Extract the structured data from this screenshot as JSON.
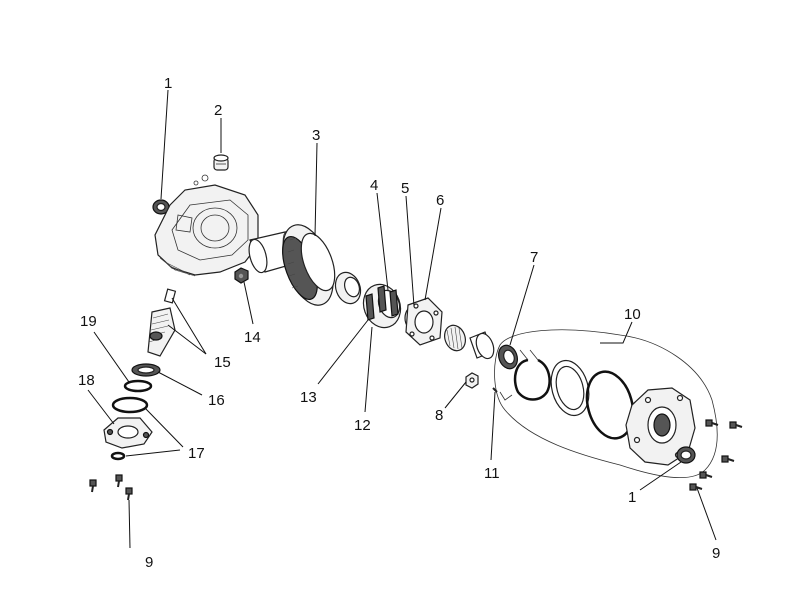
{
  "callouts": {
    "c1a": "1",
    "c2": "2",
    "c3": "3",
    "c4": "4",
    "c5": "5",
    "c6": "6",
    "c7": "7",
    "c8": "8",
    "c9a": "9",
    "c9b": "9",
    "c10": "10",
    "c11": "11",
    "c12": "12",
    "c13": "13",
    "c14": "14",
    "c15": "15",
    "c16": "16",
    "c17": "17",
    "c18": "18",
    "c19": "19",
    "c1b": "1"
  }
}
